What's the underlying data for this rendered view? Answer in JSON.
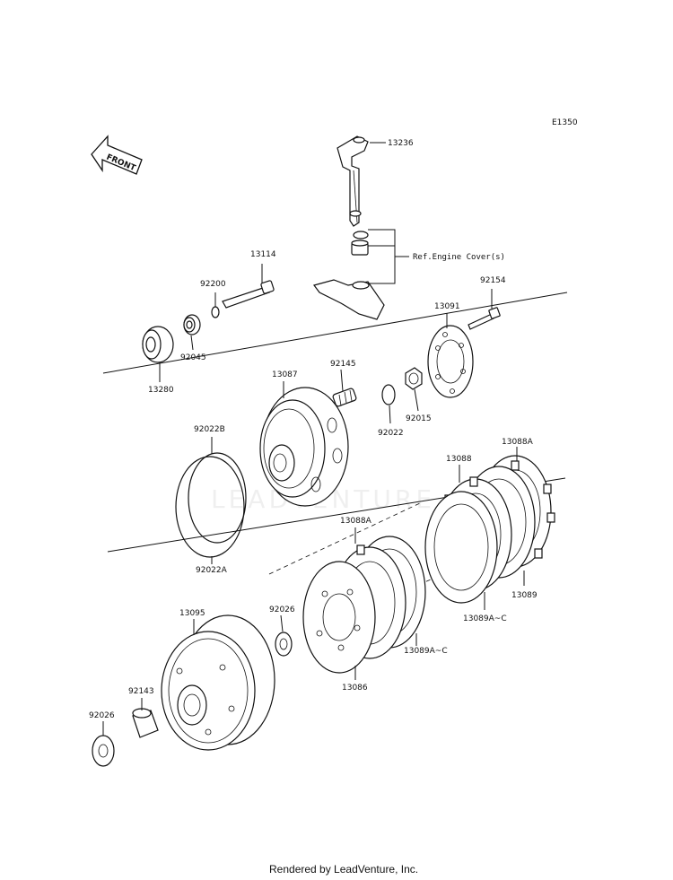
{
  "diagram_code": "E1350",
  "front_label": "FRONT",
  "ref_note": "Ref.Engine Cover(s)",
  "watermark": "LEADVENTURE",
  "footer": "Rendered by LeadVenture, Inc.",
  "parts": {
    "p13236": "13236",
    "p13114": "13114",
    "p92200": "92200",
    "p92045": "92045",
    "p13280": "13280",
    "p92154": "92154",
    "p13091": "13091",
    "p13087": "13087",
    "p92145": "92145",
    "p92022": "92022",
    "p92015": "92015",
    "p92022B": "92022B",
    "p92022A": "92022A",
    "p13088A_top": "13088A",
    "p13088": "13088",
    "p13088A_mid": "13088A",
    "p13089": "13089",
    "p13089AC_right": "13089A~C",
    "p13089AC_left": "13089A~C",
    "p13095": "13095",
    "p92026_mid": "92026",
    "p13086": "13086",
    "p92143": "92143",
    "p92026_left": "92026"
  }
}
